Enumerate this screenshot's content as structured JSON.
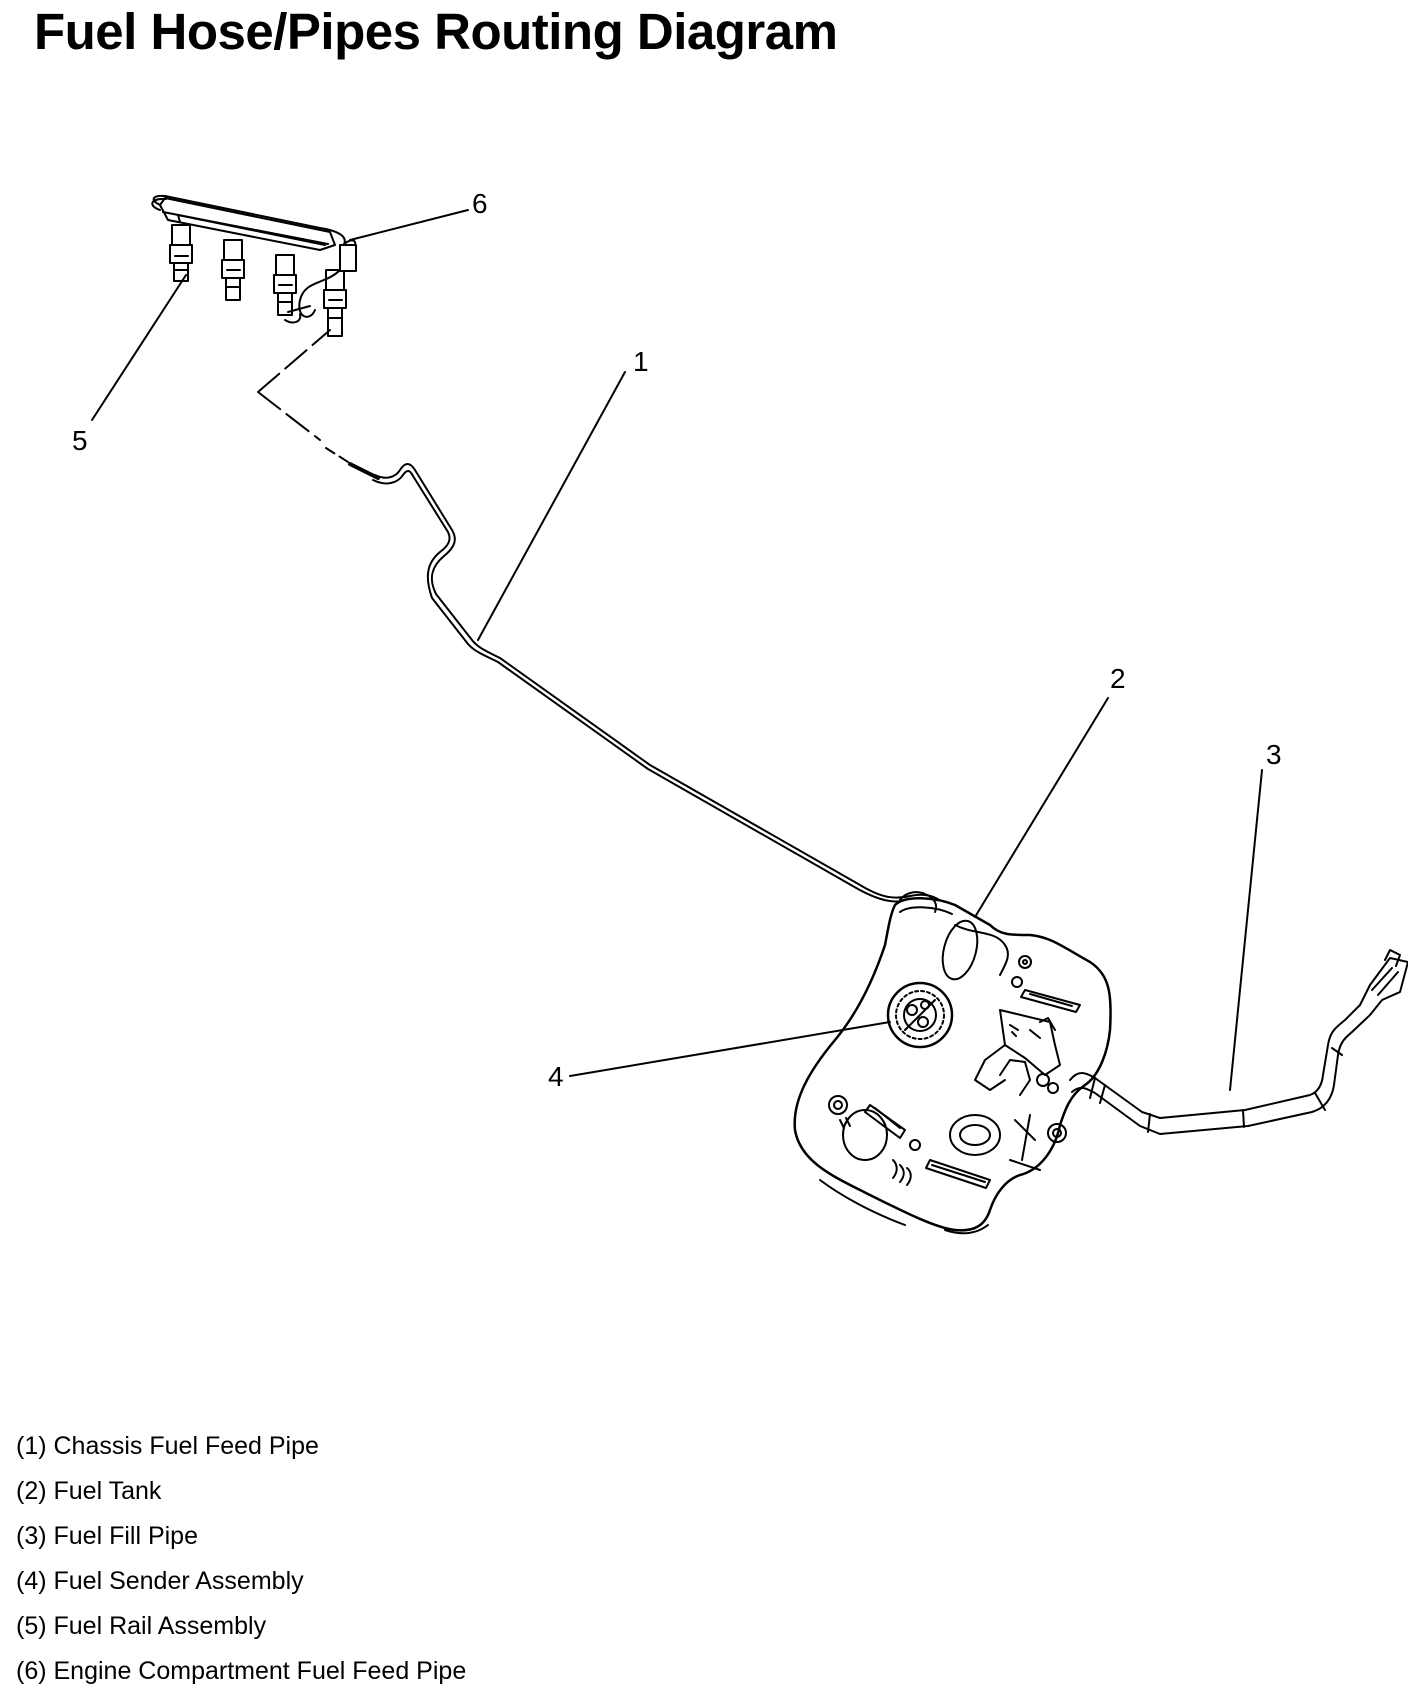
{
  "title": "Fuel Hose/Pipes Routing Diagram",
  "callouts": [
    "1",
    "2",
    "3",
    "4",
    "5",
    "6"
  ],
  "legend": [
    "(1) Chassis Fuel Feed Pipe",
    "(2) Fuel Tank",
    "(3) Fuel Fill Pipe",
    "(4) Fuel Sender Assembly",
    "(5) Fuel Rail Assembly",
    "(6) Engine Compartment Fuel Feed Pipe"
  ],
  "components": [
    "fuel-rail",
    "fuel-injector",
    "chassis-fuel-pipe",
    "fuel-tank",
    "fuel-sender",
    "fuel-fill-pipe"
  ]
}
